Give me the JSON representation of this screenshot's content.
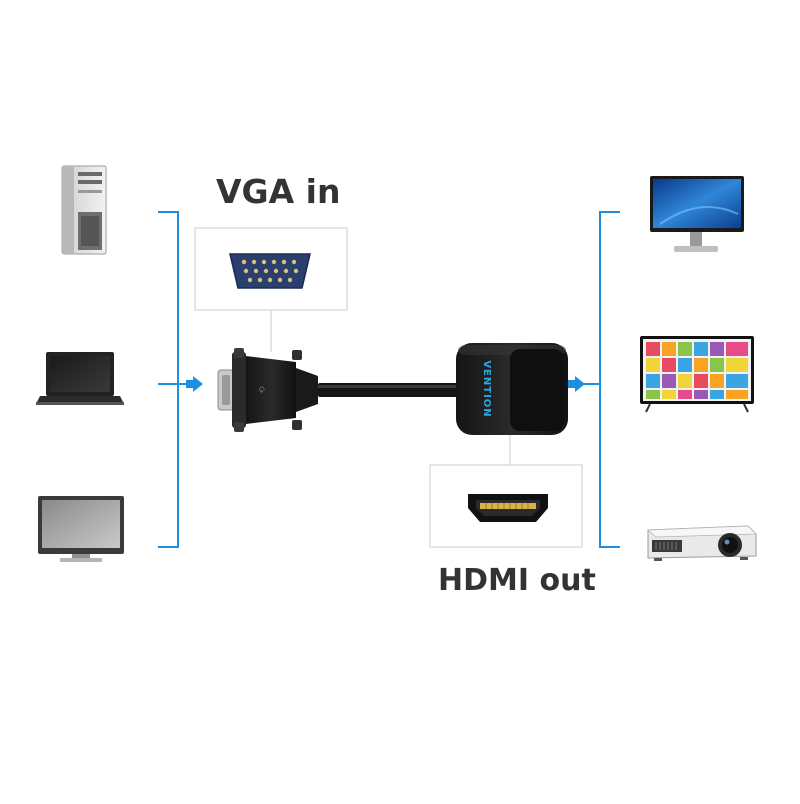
{
  "labels": {
    "vga_in": "VGA in",
    "hdmi_out": "HDMI out"
  },
  "brand": "VENTION",
  "inputs": [
    {
      "name": "desktop-pc-tower-icon"
    },
    {
      "name": "laptop-icon"
    },
    {
      "name": "lcd-monitor-icon"
    }
  ],
  "outputs": [
    {
      "name": "monitor-icon"
    },
    {
      "name": "tv-icon"
    },
    {
      "name": "projector-icon"
    }
  ],
  "colors": {
    "bracket": "#1e8fe0",
    "label": "#333333",
    "adapter_body": "#1c1c1c",
    "vga_port": "#2a3f6e",
    "hdmi_port": "#d9b24a",
    "frame": "#dddddd"
  }
}
